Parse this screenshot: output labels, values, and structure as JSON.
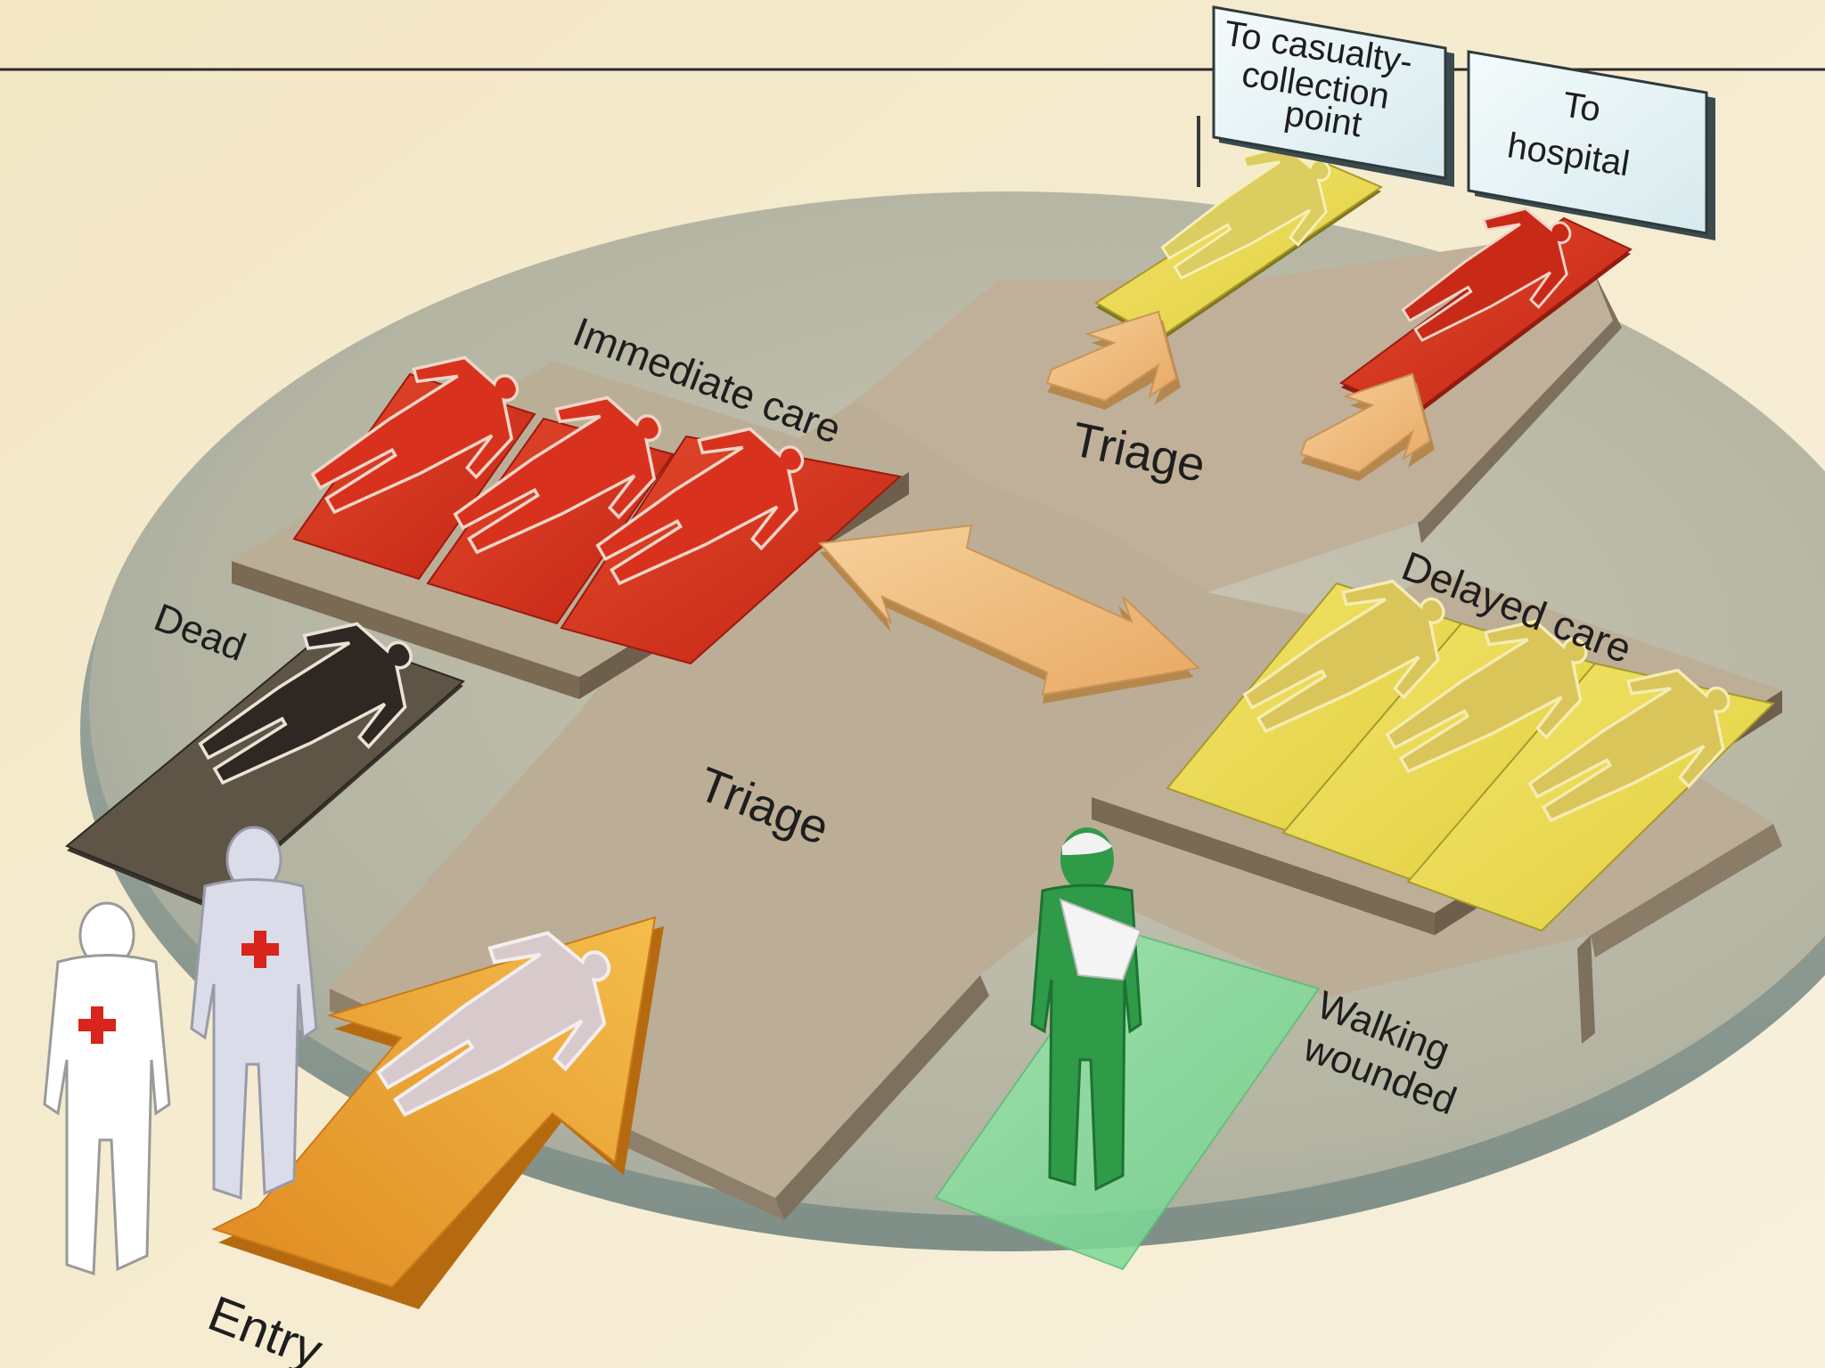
{
  "signs": {
    "casualty_collection": [
      "To casualty-",
      "collection",
      "point"
    ],
    "hospital": [
      "To",
      "hospital"
    ]
  },
  "zones": {
    "immediate_care": "Immediate care",
    "delayed_care": "Delayed care",
    "dead": "Dead",
    "triage_center": "Triage",
    "triage_upper": "Triage",
    "walking_wounded": [
      "Walking",
      "wounded"
    ],
    "entry": "Entry"
  },
  "colors": {
    "immediate": "#d8321e",
    "delayed": "#ecd84e",
    "dead": "#2c2824",
    "walking": "#37a84e",
    "arrow": "#f0ba6e",
    "entry_arrow": "#eca23a",
    "floor": "#bcb8a4",
    "platform": "#b9ab94",
    "background": "#f4ecd2"
  }
}
